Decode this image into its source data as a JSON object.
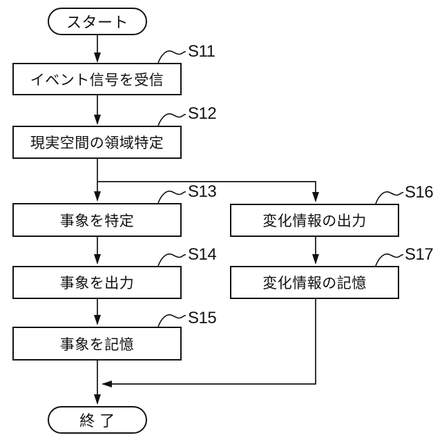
{
  "diagram": {
    "type": "flowchart",
    "terminals": {
      "start": "スタート",
      "end": "終 了"
    },
    "steps": [
      {
        "id": "S11",
        "label": "イベント信号を受信"
      },
      {
        "id": "S12",
        "label": "現実空間の領域特定"
      },
      {
        "id": "S13",
        "label": "事象を特定"
      },
      {
        "id": "S14",
        "label": "事象を出力"
      },
      {
        "id": "S15",
        "label": "事象を記憶"
      },
      {
        "id": "S16",
        "label": "変化情報の出力"
      },
      {
        "id": "S17",
        "label": "変化情報の記憶"
      }
    ],
    "colors": {
      "line": "#111111",
      "background": "#ffffff",
      "text": "#111111"
    }
  }
}
